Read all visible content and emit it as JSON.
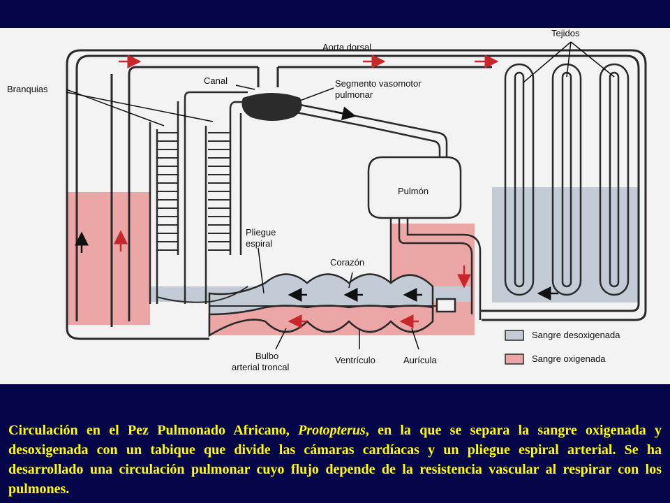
{
  "diagram": {
    "labels": {
      "aorta_dorsal": "Aorta dorsal",
      "tejidos": "Tejidos",
      "branquias": "Branquias",
      "canal": "Canal",
      "segmento_line1": "Segmento vasomotor",
      "segmento_line2": "pulmonar",
      "pulmon": "Pulmón",
      "pliegue_line1": "Pliegue",
      "pliegue_line2": "espiral",
      "corazon": "Corazón",
      "bulbo_line1": "Bulbo",
      "bulbo_line2": "arterial troncal",
      "ventriculo": "Ventrículo",
      "auricula": "Aurícula"
    },
    "legend": [
      {
        "label": "Sangre desoxigenada",
        "color": "#c3ccd6"
      },
      {
        "label": "Sangre oxigenada",
        "color": "#eda6a6"
      }
    ]
  },
  "caption": {
    "part1": "Circulación en el Pez Pulmonado Africano, ",
    "species": "Protopterus",
    "part2": ", en la que se separa la sangre oxigenada y desoxigenada con un tabique que divide las cámaras cardíacas y un pliegue espiral arterial. Se ha desarrollado una circulación pulmonar cuyo flujo depende de la resistencia vascular al respirar con los pulmones."
  },
  "colors": {
    "background": "#05054a",
    "panel": "#f3f3f3",
    "caption_text": "#ffff00",
    "oxygenated": "#eda6a6",
    "deoxygenated": "#c3ccd6",
    "arrow_red": "#c8262b",
    "outline": "#2a2a2a"
  }
}
